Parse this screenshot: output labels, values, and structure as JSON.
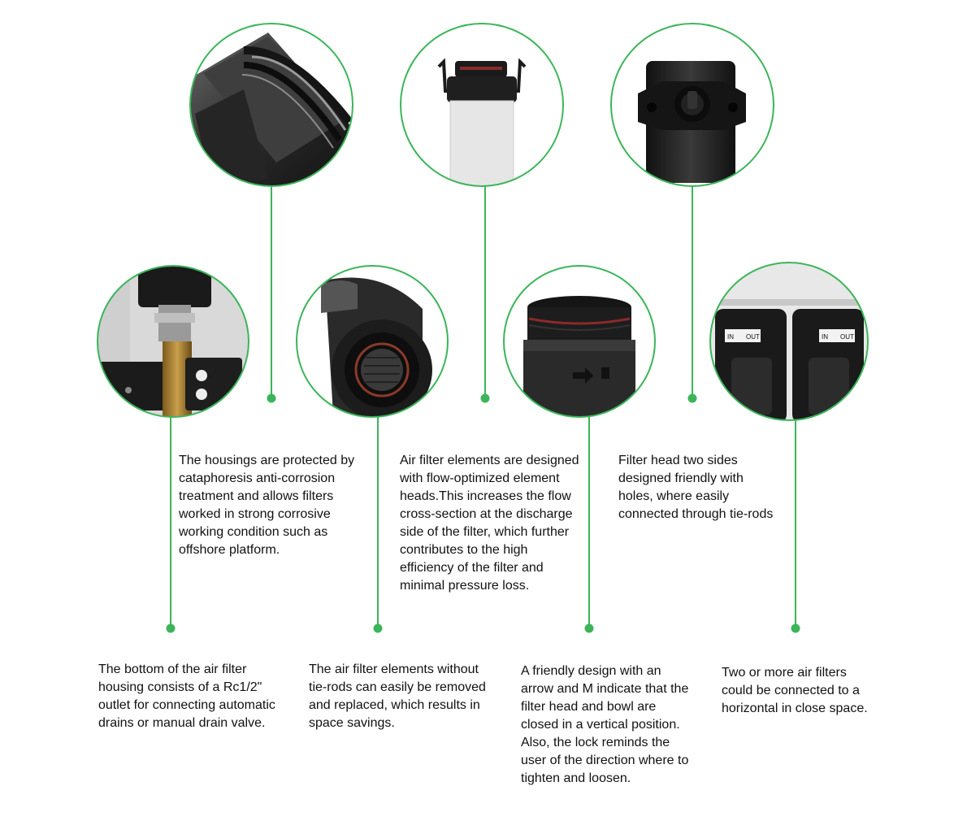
{
  "colors": {
    "accent_green": "#3cb55a",
    "product_black": "#1b1b1b",
    "element_white": "#e6e6e6",
    "seal_red": "#8a2a2a"
  },
  "features": {
    "top": [
      {
        "icon": "housing-thread-photo",
        "text": "The housings are protected by cataphoresis anti-corrosion treatment and allows filters worked in strong corrosive working condition such as offshore platform."
      },
      {
        "icon": "filter-element-photo",
        "text": "Air filter elements are designed with flow-optimized element heads.This increases the flow cross-section at the discharge side of the filter, which further contributes to the high efficiency of the filter and minimal pressure loss."
      },
      {
        "icon": "filter-head-photo",
        "text": "Filter head two sides designed friendly with holes, where easily connected through tie-rods"
      }
    ],
    "bottom": [
      {
        "icon": "drain-valve-photo",
        "text": "The bottom of the air filter housing consists of a Rc1/2\" outlet for connecting automatic drains or manual drain valve."
      },
      {
        "icon": "element-end-photo",
        "text": "The air filter elements without tie-rods can easily be removed and replaced, which results in space savings."
      },
      {
        "icon": "bowl-arrow-photo",
        "text": "A friendly design with an arrow and M indicate that the filter head and bowl are closed in a vertical position. Also, the lock reminds the user of the direction where to tighten and loosen."
      },
      {
        "icon": "connected-filters-photo",
        "text": "Two or more air filters could be connected to a horizontal in close space.",
        "label_left": "IN",
        "label_right": "OUT"
      }
    ]
  }
}
